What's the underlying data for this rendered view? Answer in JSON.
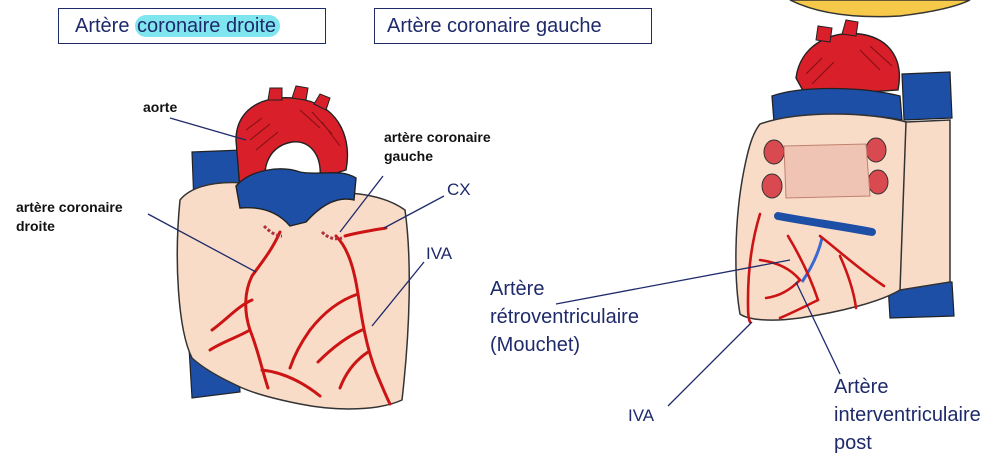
{
  "titles": {
    "left_prefix": "Artère ",
    "left_highlight": "coronaire droite",
    "right": "Artère coronaire gauche"
  },
  "labels": {
    "aorte": "aorte",
    "acg_line1": "artère coronaire",
    "acg_line2": "gauche",
    "acd_line1": "artère coronaire",
    "acd_line2": "droite",
    "cx": "CX",
    "iva_left": "IVA",
    "retro_line1": "Artère",
    "retro_line2": "rétroventriculaire",
    "retro_line3": "(Mouchet)",
    "iva_right": "IVA",
    "ivp_line1": "Artère",
    "ivp_line2": "interventriculaire",
    "ivp_line3": "post"
  },
  "colors": {
    "title_text": "#1f2a6b",
    "highlight": "#7fe6ef",
    "heart_fill": "#f9dcc8",
    "artery_red": "#cc1414",
    "vessel_blue": "#1e4fa6",
    "aorta_red": "#d81f2a"
  }
}
